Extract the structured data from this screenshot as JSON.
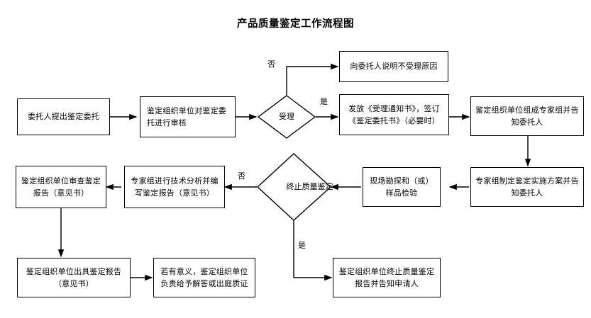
{
  "title": "产品质量鉴定工作流程图",
  "nodes": {
    "commissioner_request": "委托人提出鉴定委托",
    "org_review": "鉴定组织单位对鉴定委托进行审核",
    "accept_decision": "受理",
    "explain_rejection": "向委托人说明不受理原因",
    "issue_notice": "发放《受理通知书》，签订《鉴定委托书》（必要时）",
    "form_expert_group": "鉴定组织单位组成专家组并告知委托人",
    "expert_plan": "专家组制定鉴定实施方案并告知委托人",
    "site_survey": "现场勘探和（或）样品检验",
    "terminate_decision": "终止质量鉴定",
    "expert_analysis": "专家组进行技术分析并编写鉴定报告（意见书）",
    "org_audit_report": "鉴定组织单位审查鉴定报告（意见书）",
    "org_issue_report": "鉴定组织单位出具鉴定报告（意见书）",
    "answer_or_court": "若有意义，鉴定组织单位负责给予解答或出庭质证",
    "terminate_report": "鉴定组织单位终止质量鉴定报告并告知申请人"
  },
  "edge_labels": {
    "accept_no": "否",
    "accept_yes": "是",
    "terminate_no": "否",
    "terminate_yes": "是"
  },
  "colors": {
    "stroke": "#000000",
    "background": "#ffffff",
    "text": "#000000"
  }
}
